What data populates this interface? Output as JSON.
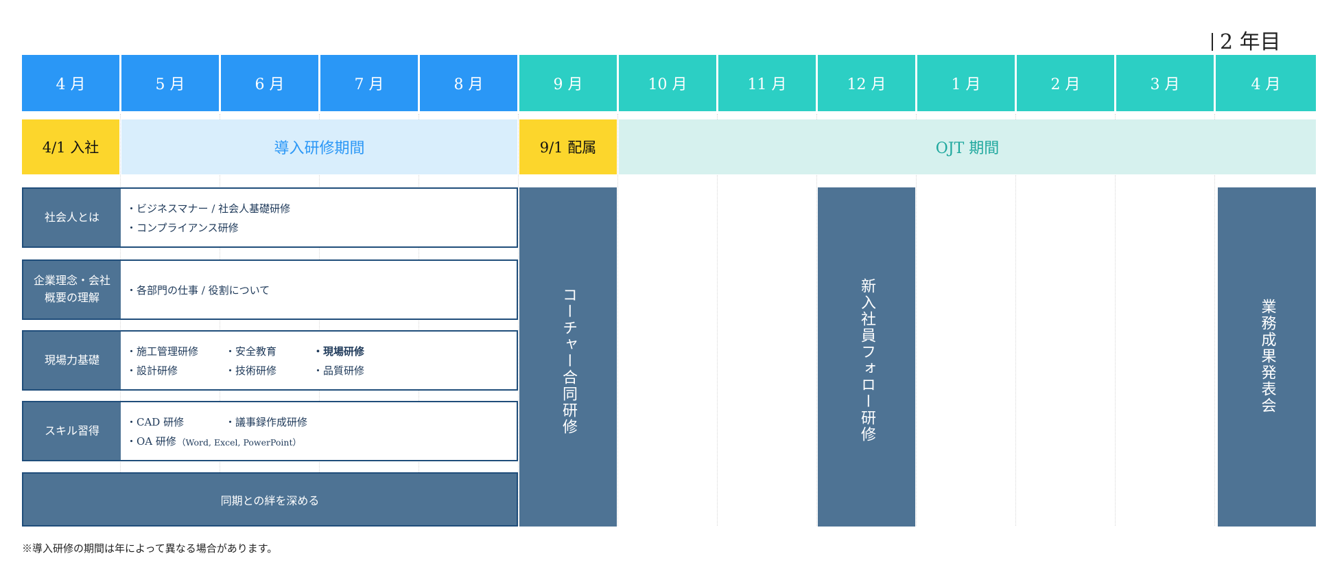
{
  "year_label": "2 年目",
  "months": [
    {
      "label": "4 月",
      "color": "#2a97f6"
    },
    {
      "label": "5 月",
      "color": "#2a97f6"
    },
    {
      "label": "6 月",
      "color": "#2a97f6"
    },
    {
      "label": "7 月",
      "color": "#2a97f6"
    },
    {
      "label": "8 月",
      "color": "#2a97f6"
    },
    {
      "label": "9 月",
      "color": "#2ccfc4"
    },
    {
      "label": "10 月",
      "color": "#2ccfc4"
    },
    {
      "label": "11 月",
      "color": "#2ccfc4"
    },
    {
      "label": "12 月",
      "color": "#2ccfc4"
    },
    {
      "label": "1 月",
      "color": "#2ccfc4"
    },
    {
      "label": "2 月",
      "color": "#2ccfc4"
    },
    {
      "label": "3 月",
      "color": "#2ccfc4"
    },
    {
      "label": "4 月",
      "color": "#2ccfc4"
    }
  ],
  "phases": {
    "join": "4/1 入社",
    "intro": "導入研修期間",
    "assign": "9/1 配属",
    "ojt": "OJT 期間"
  },
  "rows": [
    {
      "label": "社会人とは",
      "items": [
        "・ビジネスマナー / 社会人基礎研修",
        "・コンプライアンス研修"
      ]
    },
    {
      "label": "企業理念・会社概要の理解",
      "items": [
        "・各部門の仕事 / 役割について"
      ]
    },
    {
      "label": "現場力基礎",
      "items": [
        "・施工管理研修",
        "・安全教育",
        "・現場研修",
        "・設計研修",
        "・技術研修",
        "・品質研修"
      ]
    },
    {
      "label": "スキル習得",
      "items": [
        "・CAD 研修",
        "・議事録作成研修",
        "・OA 研修",
        "（Word, Excel, PowerPoint）"
      ]
    }
  ],
  "bond_row": "同期との絆を深める",
  "vertical_bars": {
    "coacher": "コーチャー合同研修",
    "followup": "新入社員フォロー研修",
    "presentation": "業務成果発表会"
  },
  "note": "※導入研修の期間は年によって異なる場合があります。",
  "colors": {
    "blue": "#2a97f6",
    "teal": "#2ccfc4",
    "yellow": "#fcd62c",
    "slate": "#4e7394",
    "navy_border": "#1f4d7a"
  }
}
